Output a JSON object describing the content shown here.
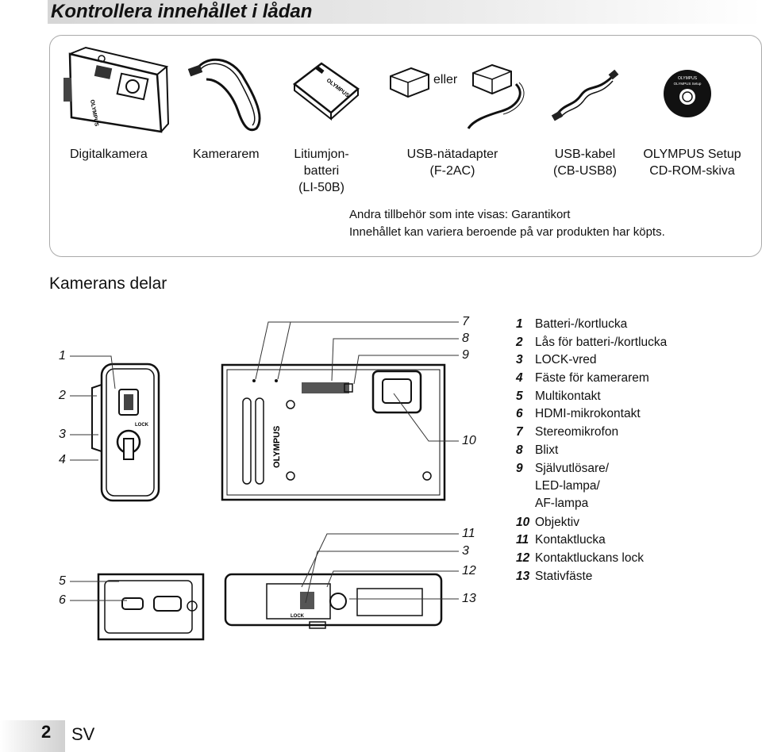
{
  "header": {
    "title": "Kontrollera innehållet i lådan"
  },
  "contents": {
    "items": [
      {
        "label": "Digitalkamera"
      },
      {
        "label": "Kamerarem"
      },
      {
        "label_lines": [
          "Litiumjon-",
          "batteri",
          "(LI-50B)"
        ]
      },
      {
        "label_lines": [
          "USB-nätadapter",
          "(F-2AC)"
        ]
      },
      {
        "label_lines": [
          "USB-kabel",
          "(CB-USB8)"
        ]
      },
      {
        "label_lines": [
          "OLYMPUS Setup",
          "CD-ROM-skiva"
        ]
      }
    ],
    "or_label": "eller",
    "notes": [
      "Andra tillbehör som inte visas: Garantikort",
      "Innehållet kan variera beroende på var produkten har köpts."
    ],
    "printed_marks": {
      "camera_brand": "OLYMPUS",
      "battery_brand": "OLYMPUS",
      "cd_top": "OLYMPUS",
      "cd_sub": "OLYMPUS Setup",
      "lock": "LOCK"
    }
  },
  "parts_section": {
    "title": "Kamerans delar"
  },
  "callouts": [
    "1",
    "2",
    "3",
    "4",
    "5",
    "6",
    "7",
    "8",
    "9",
    "10",
    "11",
    "3",
    "12",
    "13"
  ],
  "legend": [
    {
      "num": "1",
      "text": "Batteri-/kortlucka"
    },
    {
      "num": "2",
      "text": "Lås för batteri-/kortlucka"
    },
    {
      "num": "3",
      "text": "LOCK-vred"
    },
    {
      "num": "4",
      "text": "Fäste för kamerarem"
    },
    {
      "num": "5",
      "text": "Multikontakt"
    },
    {
      "num": "6",
      "text": "HDMI-mikrokontakt"
    },
    {
      "num": "7",
      "text": "Stereomikrofon"
    },
    {
      "num": "8",
      "text": "Blixt"
    },
    {
      "num": "9",
      "text": "Självutlösare/",
      "cont": [
        "LED-lampa/",
        "AF-lampa"
      ]
    },
    {
      "num": "10",
      "text": "Objektiv"
    },
    {
      "num": "11",
      "text": "Kontaktlucka"
    },
    {
      "num": "12",
      "text": "Kontaktluckans lock"
    },
    {
      "num": "13",
      "text": "Stativfäste"
    }
  ],
  "footer": {
    "page": "2",
    "lang": "SV"
  }
}
